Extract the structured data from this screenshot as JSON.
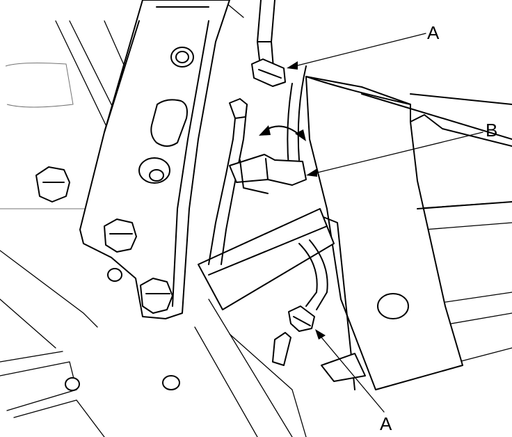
{
  "callouts": {
    "a_top": "A",
    "b": "B",
    "a_bottom": "A"
  },
  "colors": {
    "line": "#000000",
    "background": "#ffffff"
  }
}
